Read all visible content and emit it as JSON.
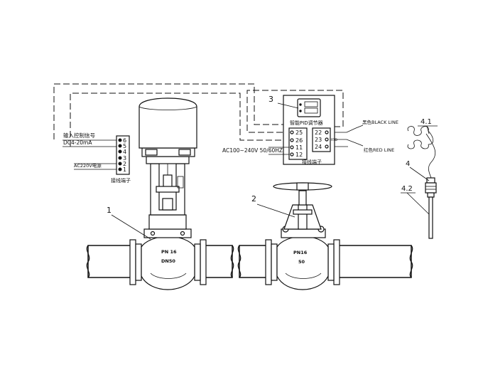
{
  "callouts": {
    "valve_electric": "1",
    "valve_manual": "2",
    "pid_controller": "3",
    "compensation_wire": "4.1",
    "thermocouple": "4",
    "thermocouple_probe": "4.2"
  },
  "left_terminal": {
    "input_signal_label": "输入控制信号",
    "dc_label": "DC4-20mA",
    "ac_label": "AC220V电源",
    "caption": "接线端子",
    "numbers": [
      "6",
      "5",
      "4",
      "3",
      "2",
      "1"
    ]
  },
  "valve_marks": {
    "left_pn": "PN 16",
    "left_dn": "DN50",
    "right_pn": "PN16",
    "right_dn": "50"
  },
  "controller": {
    "title": "智能PID调节器",
    "caption": "接线端子",
    "power_label": "AC100~240V 50/60HZ",
    "left_terms": [
      "25",
      "26",
      "11",
      "12"
    ],
    "right_terms": [
      "22",
      "23",
      "24"
    ],
    "side_label": "RTD"
  },
  "wires": {
    "black": "黑色BLACK LINE",
    "red": "红色RED LINE"
  }
}
